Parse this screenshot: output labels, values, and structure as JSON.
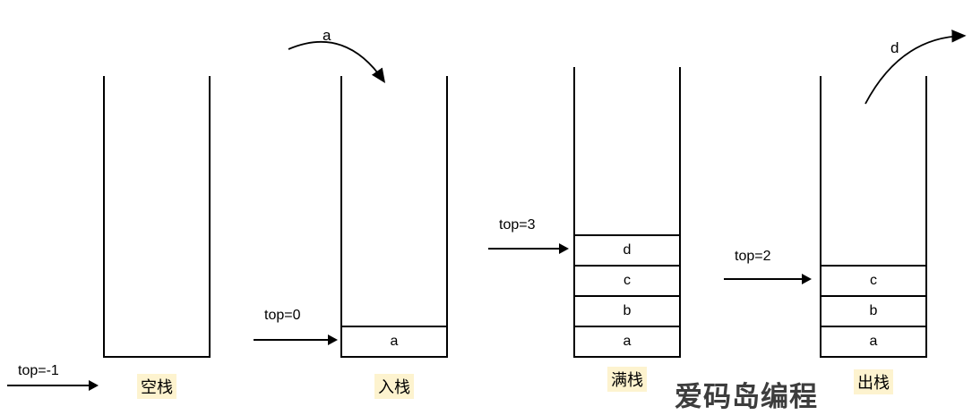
{
  "diagram": {
    "stacks": [
      {
        "label": "空栈",
        "pointer": "top=-1",
        "cells": []
      },
      {
        "label": "入栈",
        "pointer": "top=0",
        "cells": [
          "a"
        ],
        "push_item": "a"
      },
      {
        "label": "满栈",
        "pointer": "top=3",
        "cells": [
          "d",
          "c",
          "b",
          "a"
        ]
      },
      {
        "label": "出栈",
        "pointer": "top=2",
        "cells": [
          "c",
          "b",
          "a"
        ],
        "pop_item": "d"
      }
    ],
    "watermark": "爱码岛编程",
    "colors": {
      "line": "#000000",
      "caption_highlight": "#fdf3cf",
      "watermark_gray": "#3d3d3d"
    }
  }
}
